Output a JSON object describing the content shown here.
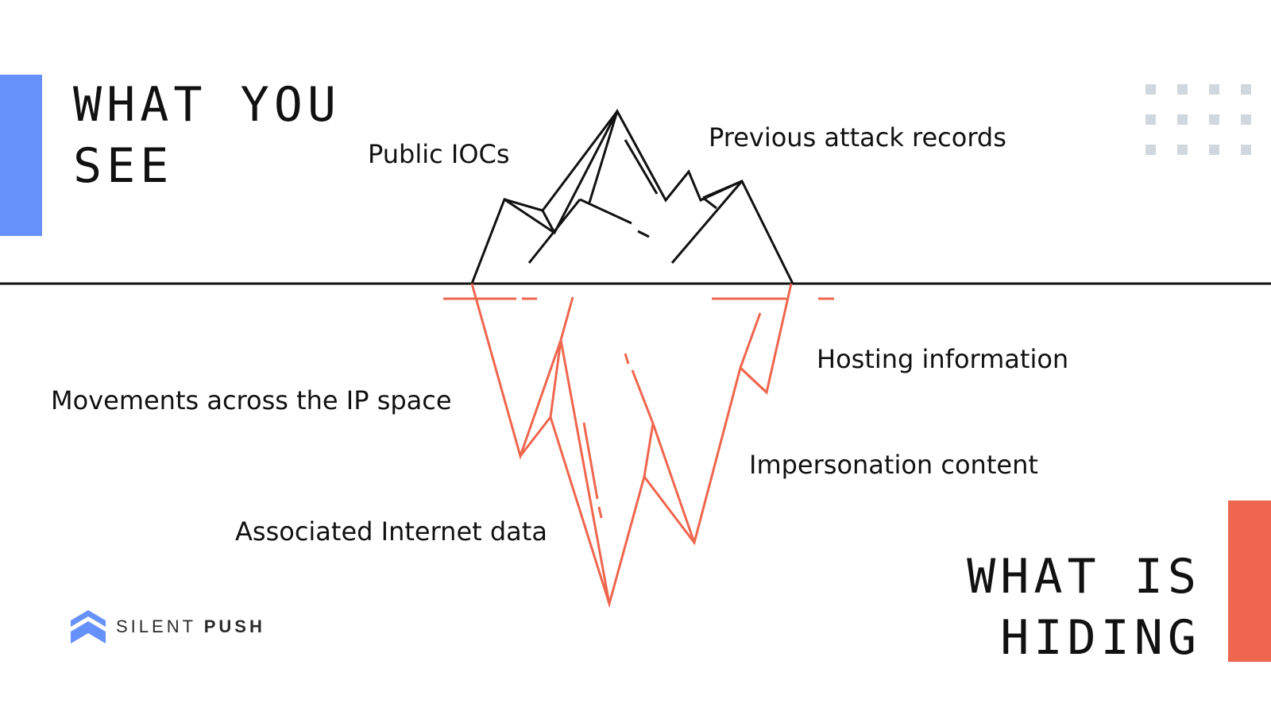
{
  "titles": {
    "top_line1": "WHAT YOU",
    "top_line2": "SEE",
    "bottom_line1": "WHAT IS",
    "bottom_line2": "HIDING"
  },
  "labels": {
    "public_iocs": "Public IOCs",
    "previous_attack_records": "Previous attack records",
    "hosting_information": "Hosting information",
    "movements_ip_space": "Movements across the IP space",
    "impersonation_content": "Impersonation content",
    "associated_internet_data": "Associated Internet data"
  },
  "logo": {
    "word1": "SILENT",
    "word2": "PUSH"
  },
  "colors": {
    "blue_accent": "#6691fb",
    "orange_accent": "#ef664e",
    "line_dark": "#111111",
    "dot_grey": "#d0d7de"
  }
}
